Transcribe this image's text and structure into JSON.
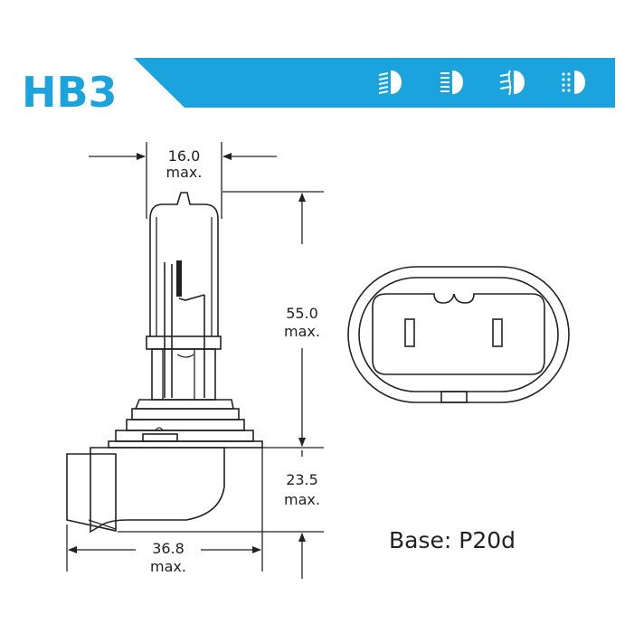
{
  "banner": {
    "title": "HB3",
    "accent_color": "#1ba3dd",
    "icons": [
      "low-beam-icon",
      "high-beam-icon",
      "fog-light-icon",
      "daytime-running-light-icon"
    ]
  },
  "dimensions": {
    "width_top": {
      "value": "16.0",
      "unit": "max."
    },
    "height": {
      "value": "55.0",
      "unit": "max."
    },
    "base_height": {
      "value": "23.5",
      "unit": "max."
    },
    "width_base": {
      "value": "36.8",
      "unit": "max."
    }
  },
  "base_label": "Base: P20d"
}
